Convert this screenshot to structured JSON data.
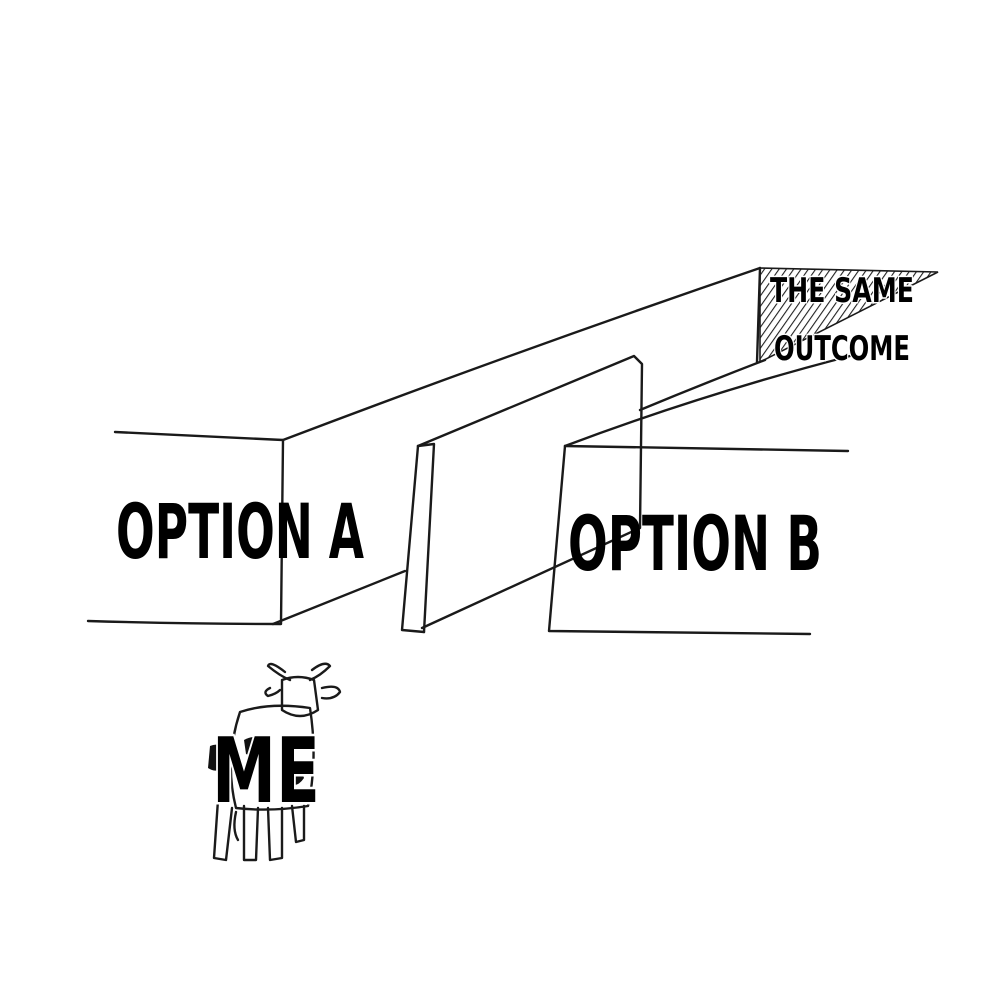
{
  "meme": {
    "labels": {
      "option_a": "OPTION A",
      "option_b": "OPTION B",
      "outcome_line1": "THE SAME",
      "outcome_line2": "OUTCOME",
      "me": "ME"
    },
    "colors": {
      "background": "#ffffff",
      "ink": "#1a1a1a",
      "text": "#000000"
    }
  }
}
